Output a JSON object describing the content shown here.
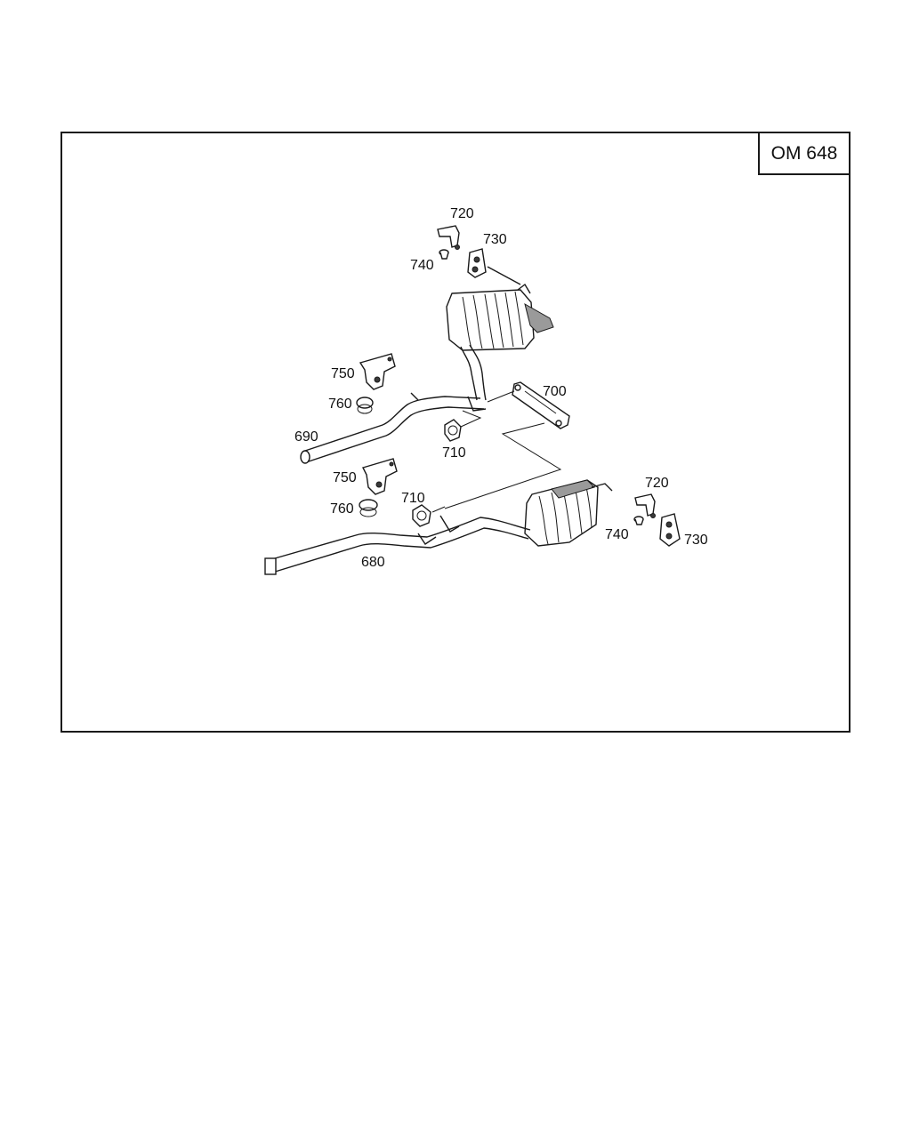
{
  "engine_code": "OM 648",
  "callouts": {
    "c720a": "720",
    "c730a": "730",
    "c740a": "740",
    "c750a": "750",
    "c760a": "760",
    "c690": "690",
    "c710a": "710",
    "c700": "700",
    "c750b": "750",
    "c760b": "760",
    "c710b": "710",
    "c680": "680",
    "c720b": "720",
    "c740b": "740",
    "c730b": "730"
  }
}
